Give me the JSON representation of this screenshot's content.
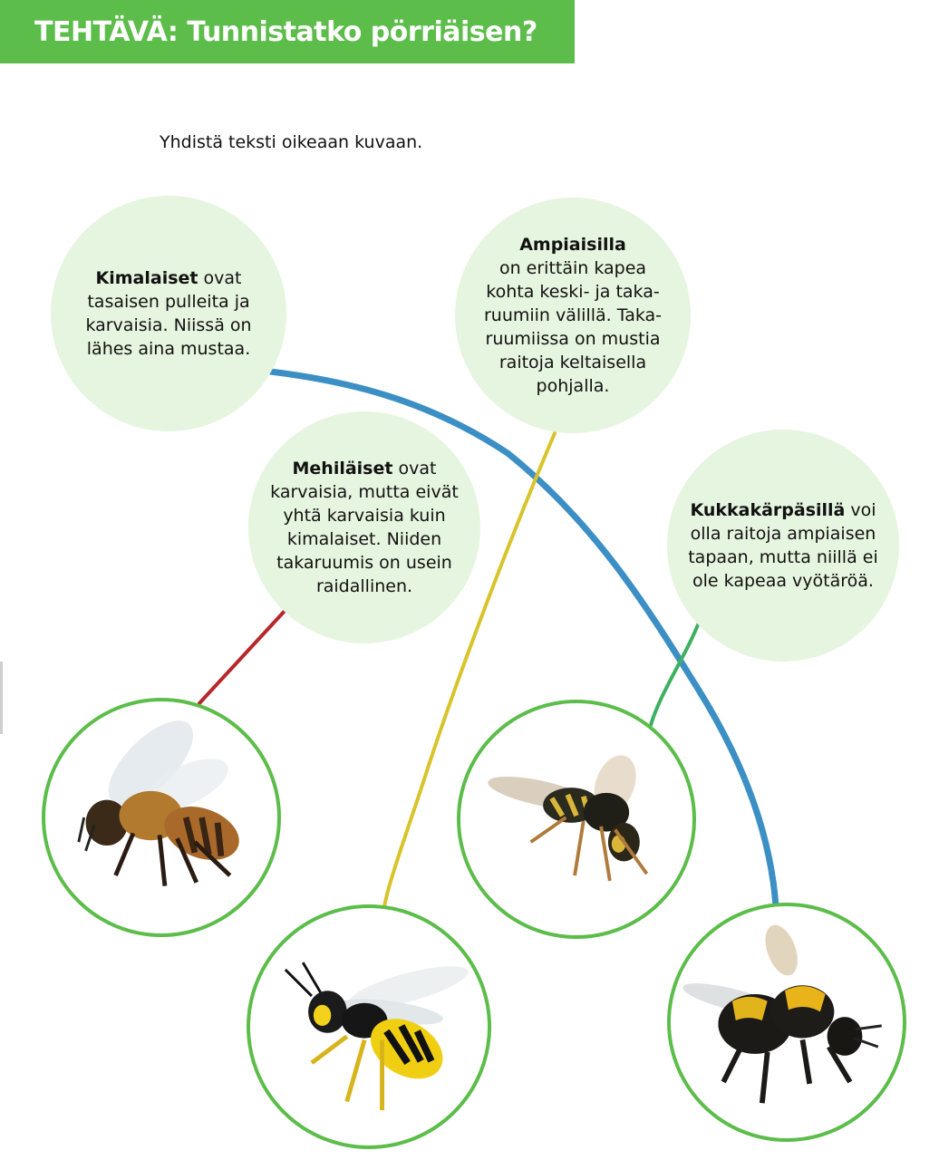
{
  "banner": {
    "title": "TEHTÄVÄ: Tunnistatko pörriäisen?"
  },
  "instruction": "Yhdistä teksti oikeaan kuvaan.",
  "bubbles": {
    "kimalaiset": {
      "bold": "Kimalaiset",
      "rest": " ovat tasaisen pulleita ja karvaisia. Niissä on lähes aina mustaa."
    },
    "ampiaisilla": {
      "bold": "Ampiaisilla",
      "rest": "on erittäin kapea kohta keski- ja taka­ruumiin välillä. Taka­ruumiissa on mustia raitoja keltaisella pohjalla."
    },
    "mehilaiset": {
      "bold": "Mehiläiset",
      "rest": " ovat karvaisia, mutta eivät yhtä karvaisia kuin kimalaiset. Niiden takaruumis on usein raidallinen."
    },
    "kukkakarpasilla": {
      "bold": "Kukkakärpäsillä",
      "rest": " voi olla raitoja ampiaisen tapaan, mutta niillä ei ole kapeaa vyötäröä."
    }
  },
  "colors": {
    "banner": "#5cbd4a",
    "bubble": "#e6f5df",
    "line_blue": "#3b8fc4",
    "line_yellow": "#d8c42a",
    "line_red": "#b8262a",
    "line_green": "#3db061"
  },
  "photos": [
    "honeybee-photo",
    "wasp-photo",
    "hoverfly-photo",
    "bumblebee-photo"
  ]
}
